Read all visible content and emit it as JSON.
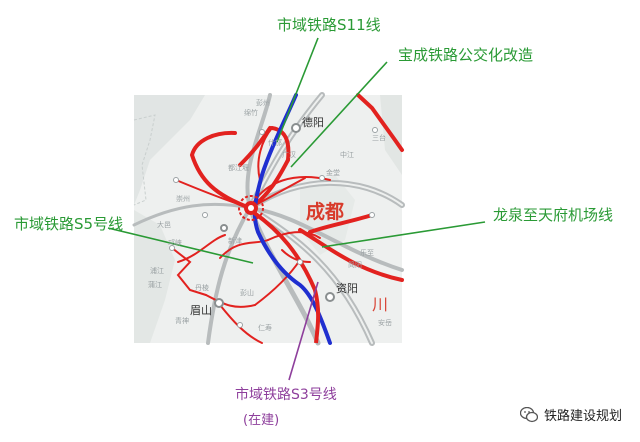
{
  "map": {
    "labels": {
      "chengdu": "成都",
      "deyang": "德阳",
      "meishan": "眉山",
      "ziyang": "资阳",
      "province_sichuan": "川"
    },
    "minor_place_labels": [
      "什邡",
      "广汉",
      "中江",
      "三台",
      "大邑",
      "崇州",
      "浦江",
      "蒲江",
      "丹棱",
      "青神",
      "仁寿",
      "彭山",
      "简阳",
      "乐至",
      "安岳",
      "金堂",
      "新津",
      "邛崃",
      "都江堰",
      "彭州",
      "绵竹"
    ]
  },
  "callouts": {
    "s11": "市域铁路S11线",
    "baocheng": "宝成铁路公交化改造",
    "s5": "市域铁路S5号线",
    "longquan": "龙泉至天府机场线",
    "s3": "市域铁路S3号线",
    "s3_status": "(在建)"
  },
  "watermark": {
    "text": "铁路建设规划",
    "icon": "wechat-icon"
  },
  "colors": {
    "planned_line": "#e2221f",
    "blue_line": "#1f2fd0",
    "existing_rail": "#b8bcbd",
    "callout_green": "#2a9a35",
    "callout_purple": "#8e3f9c",
    "map_background": "#eef0ef"
  }
}
